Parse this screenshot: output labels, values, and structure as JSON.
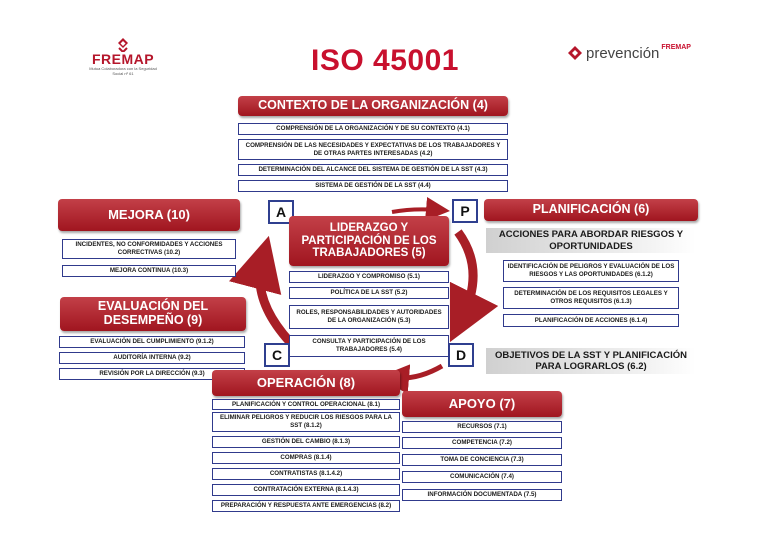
{
  "header": {
    "fremap_logo_text": "FREMAP",
    "fremap_logo_subtitle": "Mutua Colaboradora con la Seguridad Social nº 61",
    "title": "ISO 45001",
    "prevencion_logo_word": "prevención",
    "prevencion_logo_tag": "FREMAP"
  },
  "colors": {
    "accent_red": "#a0151f",
    "border_blue": "#303a8c"
  },
  "contexto": {
    "title": "CONTEXTO DE LA ORGANIZACIÓN (4)",
    "items": [
      "COMPRENSIÓN DE LA ORGANIZACIÓN Y DE SU CONTEXTO (4.1)",
      "COMPRENSIÓN DE LAS NECESIDADES Y EXPECTATIVAS DE LOS TRABAJADORES Y DE OTRAS PARTES INTERESADAS (4.2)",
      "DETERMINACIÓN DEL ALCANCE DEL SISTEMA DE GESTIÓN DE LA SST (4.3)",
      "SISTEMA DE GESTIÓN DE LA SST (4.4)"
    ]
  },
  "pdca": {
    "a": "A",
    "p": "P",
    "c": "C",
    "d": "D"
  },
  "liderazgo": {
    "title": "LIDERAZGO Y PARTICIPACIÓN DE LOS TRABAJADORES (5)",
    "items": [
      "LIDERAZGO Y COMPROMISO (5.1)",
      "POLÍTICA DE LA SST (5.2)",
      "ROLES, RESPONSABILIDADES Y AUTORIDADES DE LA ORGANIZACIÓN (5.3)",
      "CONSULTA Y PARTICIPACIÓN DE LOS TRABAJADORES (5.4)"
    ]
  },
  "mejora": {
    "title": "MEJORA (10)",
    "items": [
      "INCIDENTES, NO CONFORMIDADES Y ACCIONES CORRECTIVAS (10.2)",
      "MEJORA CONTINUA (10.3)"
    ]
  },
  "evaluacion": {
    "title": "EVALUACIÓN DEL DESEMPEÑO (9)",
    "items": [
      "EVALUACIÓN DEL CUMPLIMIENTO (9.1.2)",
      "AUDITORÍA INTERNA (9.2)",
      "REVISIÓN POR LA DIRECCIÓN (9.3)"
    ]
  },
  "planificacion": {
    "title": "PLANIFICACIÓN (6)",
    "acciones_title": "ACCIONES PARA ABORDAR RIESGOS Y OPORTUNIDADES",
    "items": [
      "IDENTIFICACIÓN DE PELIGROS Y EVALUACIÓN DE LOS RIESGOS Y LAS OPORTUNIDADES (6.1.2)",
      "DETERMINACIÓN DE LOS REQUISITOS LEGALES Y OTROS REQUISITOS (6.1.3)",
      "PLANIFICACIÓN DE ACCIONES (6.1.4)"
    ],
    "objetivos_title": "OBJETIVOS DE LA SST Y PLANIFICACIÓN PARA LOGRARLOS (6.2)"
  },
  "operacion": {
    "title": "OPERACIÓN (8)",
    "items": [
      "PLANIFICACIÓN Y CONTROL OPERACIONAL (8.1)",
      "ELIMINAR PELIGROS Y REDUCIR LOS RIESGOS PARA LA SST (8.1.2)",
      "GESTIÓN DEL CAMBIO (8.1.3)",
      "COMPRAS (8.1.4)",
      "CONTRATISTAS (8.1.4.2)",
      "CONTRATACIÓN EXTERNA (8.1.4.3)",
      "PREPARACIÓN Y RESPUESTA ANTE EMERGENCIAS (8.2)"
    ]
  },
  "apoyo": {
    "title": "APOYO (7)",
    "items": [
      "RECURSOS (7.1)",
      "COMPETENCIA (7.2)",
      "TOMA DE CONCIENCIA (7.3)",
      "COMUNICACIÓN (7.4)",
      "INFORMACIÓN DOCUMENTADA (7.5)"
    ]
  }
}
